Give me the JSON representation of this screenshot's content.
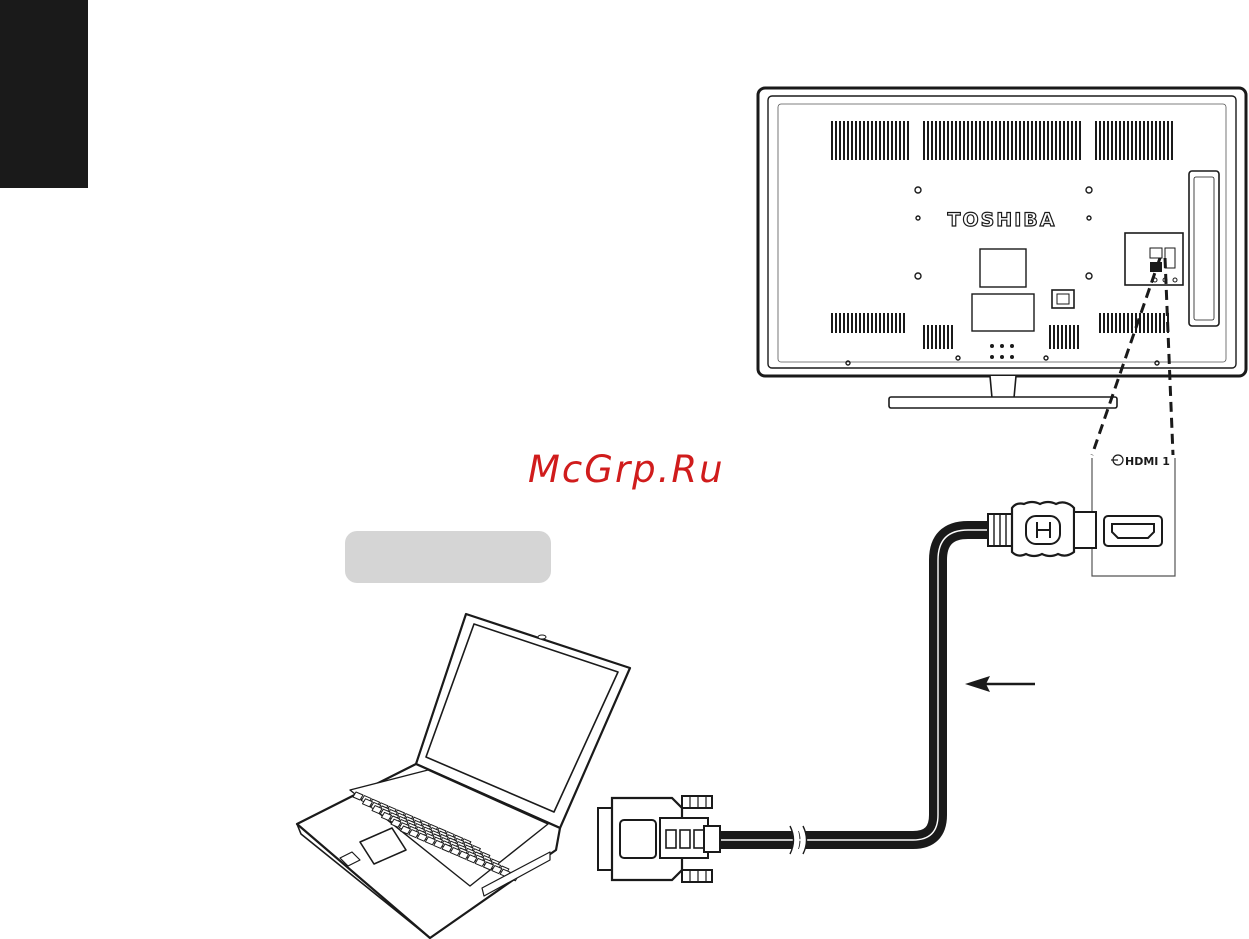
{
  "tv": {
    "brand": "TOSHIBA"
  },
  "port_panel": {
    "label": "HDMI 1"
  },
  "watermark": {
    "text": "McGrp.Ru"
  }
}
